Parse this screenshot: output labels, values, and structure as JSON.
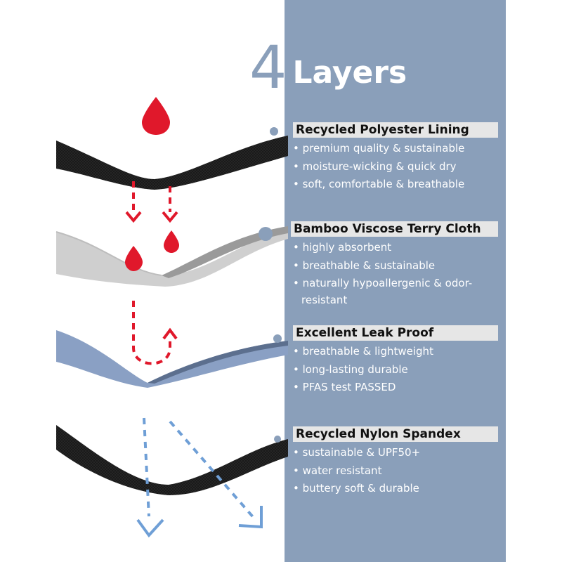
{
  "heading": {
    "number": "4",
    "word": "Layers"
  },
  "colors": {
    "panel": "#8a9fba",
    "drop": "#e0182b",
    "arrow_blue": "#6f9fd6",
    "black_fabric": "#151515",
    "gray_fabric": "#c8c8c8",
    "blue_fabric": "#8298bc"
  },
  "layers": [
    {
      "title": "Recycled Polyester Lining",
      "bullets": [
        "• premium quality & sustainable",
        "• moisture-wicking & quick dry",
        "• soft, comfortable & breathable"
      ]
    },
    {
      "title": "Bamboo Viscose Terry Cloth",
      "bullets": [
        "• highly absorbent",
        "• breathable & sustainable",
        "• naturally hypoallergenic & odor-resistant"
      ]
    },
    {
      "title": "Excellent Leak Proof",
      "bullets": [
        "• breathable & lightweight",
        "• long-lasting durable",
        "• PFAS test PASSED"
      ]
    },
    {
      "title": "Recycled Nylon Spandex",
      "bullets": [
        "• sustainable & UPF50+",
        "• water resistant",
        "• buttery soft & durable"
      ]
    }
  ],
  "icons": [
    "water-drop-icon",
    "dashed-arrow-down-icon",
    "dashed-u-turn-arrow-icon",
    "dashed-arrow-diagonal-icon"
  ]
}
